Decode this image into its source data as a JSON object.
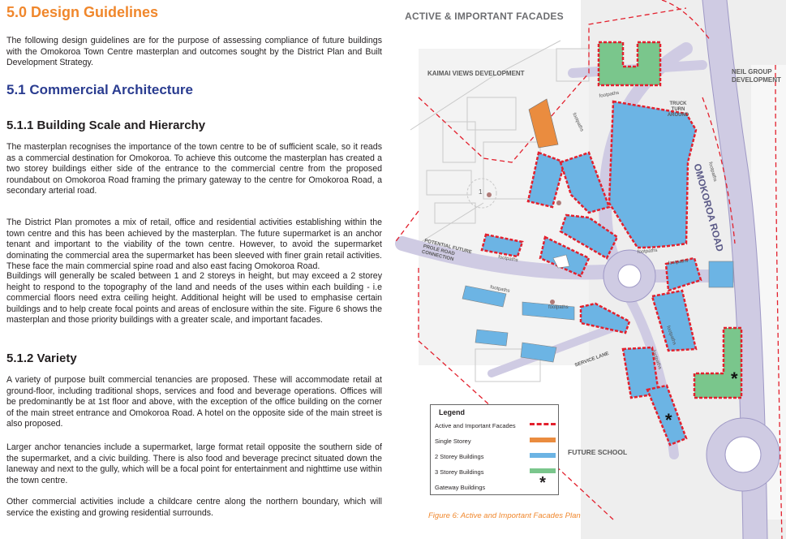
{
  "doc": {
    "h_design": "5.0 Design Guidelines",
    "intro": "The following design guidelines are for the purpose of assessing compliance of future buildings with the Omokoroa Town Centre masterplan and outcomes sought by the District Plan and Built Development Strategy.",
    "h_commercial": "5.1 Commercial Architecture",
    "h_scale": "5.1.1 Building Scale and Hierarchy",
    "p_scale_1": "The masterplan recognises the importance of the town centre to be of sufficient scale, so it reads as a commercial destination for Omokoroa. To achieve this outcome the masterplan has created a two storey buildings either side of the entrance to the commercial centre from the proposed roundabout on Omokoroa Road framing the primary gateway to the centre for Omokoroa Road, a secondary arterial road.",
    "p_scale_2": "The District Plan promotes a mix of retail, office and residential activities establishing within the town centre and this has been achieved by the masterplan. The future supermarket is an anchor tenant and important to the viability of the town centre. However, to avoid the supermarket dominating the commercial area the supermarket has been sleeved with finer grain retail activities. These face the main commercial spine road and also east facing Omokoroa Road.",
    "p_scale_3": "Buildings will generally be scaled between 1 and 2 storeys in height, but may exceed a 2 storey height to respond to the topography of the land and needs of the uses within each building - i.e commercial floors need extra ceiling height. Additional height will be used to emphasise certain buildings and to help create focal points and areas of enclosure within the site. Figure 6 shows the masterplan and those priority buildings with a greater scale, and important facades.",
    "h_variety": "5.1.2 Variety",
    "p_variety_1": "A variety of purpose built commercial tenancies are proposed. These will accommodate retail at ground-floor, including traditional shops, services and food and beverage operations. Offices will be predominantly be at 1st floor and above, with the exception of the office building on the corner of the main street entrance and Omokoroa Road. A hotel on the opposite side of the main street is also proposed.",
    "p_variety_2": "Larger anchor tenancies include a supermarket, large format retail opposite the southern side of the supermarket, and a civic building. There is also food and beverage precinct situated down the laneway and next to the gully, which will be a focal point for entertainment and nighttime use within the town centre.",
    "p_variety_3": "Other commercial activities include a childcare centre along the northern boundary, which will service the existing and growing residential surrounds."
  },
  "map": {
    "title": "ACTIVE & IMPORTANT FACADES",
    "kaimai": "KAIMAI VIEWS DEVELOPMENT",
    "neil": "NEIL GROUP DEVELOPMENT",
    "truck": "TRUCK TURN AROUND",
    "road": "OMOKOROA ROAD",
    "prole": "POTENTIAL FUTURE PROLE ROAD CONNECTION",
    "service_lane": "SERVICE LANE",
    "school": "FUTURE SCHOOL",
    "footpaths": "footpaths",
    "point_label": "1",
    "caption": "Figure 6: Active and Important Facades Plan",
    "colors": {
      "two_storey": "#6cb4e4",
      "three_storey": "#7ac68c",
      "single_storey": "#ea8c3f",
      "facade": "#e3202d",
      "road": "#cfcbe3"
    }
  },
  "legend": {
    "title": "Legend",
    "items": [
      {
        "label": "Active and Important Facades"
      },
      {
        "label": "Single Storey"
      },
      {
        "label": "2 Storey Buildings"
      },
      {
        "label": "3 Storey Buildings"
      },
      {
        "label": "Gateway Buildings",
        "symbol": "*"
      }
    ]
  }
}
